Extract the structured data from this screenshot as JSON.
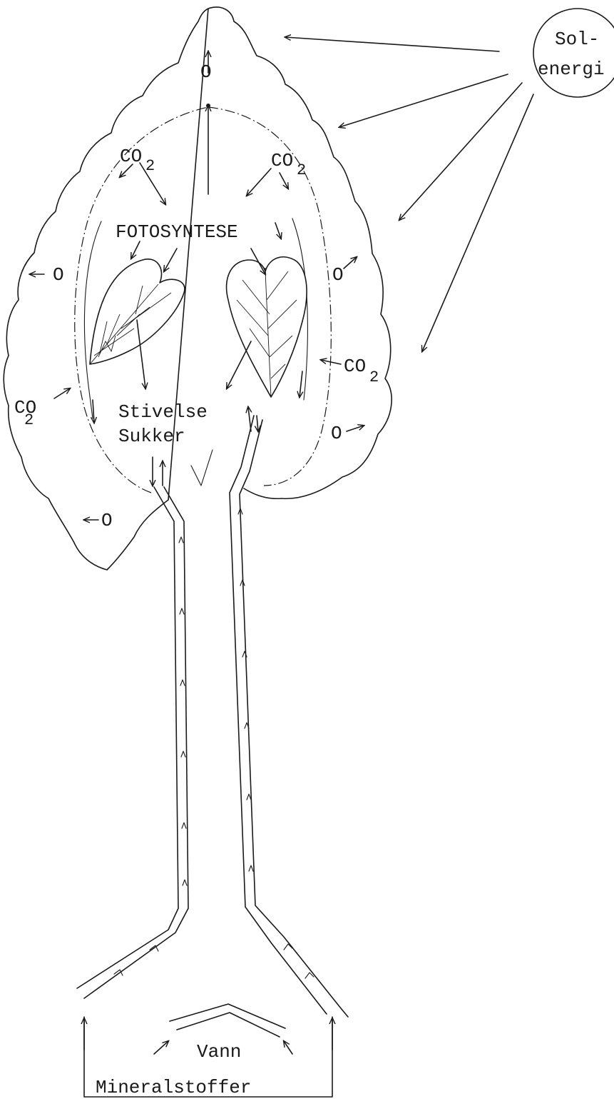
{
  "sun": {
    "line1": "Sol-",
    "line2": "energi"
  },
  "labels": {
    "oxygen": "O",
    "co2_main": "CO",
    "co2_sub": "2",
    "photosynthesis": "FOTOSYNTESE",
    "starch": "Stivelse",
    "sugar": "Sukker",
    "water": "Vann",
    "minerals": "Mineralstoffer"
  }
}
